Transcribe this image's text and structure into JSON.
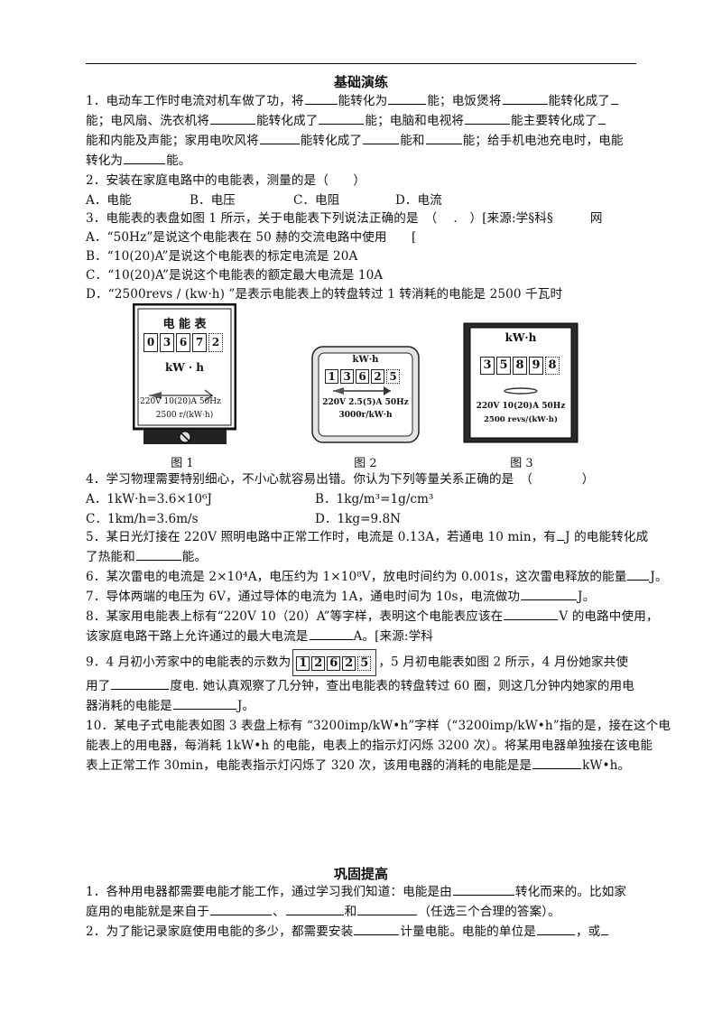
{
  "sections": {
    "basic_title": "基础演练",
    "advance_title": "巩固提高"
  },
  "q1": {
    "l1_a": "1．电动车工作时电流对机车做了功，将",
    "l1_b": "能转化为",
    "l1_c": "能；电饭煲将",
    "l1_d": "能转化成了",
    "l2_a": "能；电风扇、洗衣机将",
    "l2_b": "能转化成了",
    "l2_c": "能；电脑和电视将",
    "l2_d": "能主要转化成了",
    "l3_a": "能和内能及声能；家用电吹风将",
    "l3_b": "能转化成了",
    "l3_c": "能和",
    "l3_d": "能；给手机电池充电时，电能",
    "l4_a": "转化为",
    "l4_b": "能。"
  },
  "q2": {
    "stem": "2．安装在家庭电路中的电能表，测量的是（　　）",
    "a": "A．电能",
    "b": "B．电压",
    "c": "C．电阻",
    "d": "D．电流"
  },
  "q3": {
    "stem": "3．电能表的表盘如图 1 所示，关于电能表下列说法正确的是　（　 .　）[来源:学§科§　　　网",
    "a": "A．“50Hz”是说这个电能表在 50 赫的交流电路中使用　　[",
    "b": "B．“10(20)A”是说这个电能表的标定电流是 20A",
    "c": "C．“10(20)A”是说这个电能表的额定最大电流是 10A",
    "d": "D．“2500revs / (kw·h) ”是表示电能表上的转盘转过 1 转消耗的电能是 2500 千瓦时"
  },
  "meters": {
    "m1": {
      "title": "电 能 表",
      "digits": [
        "0",
        "3",
        "6",
        "7",
        "2"
      ],
      "unit": "kW · h",
      "spec": "220V  10(20)A   50Hz",
      "revs": "2500 r/(kW·h)"
    },
    "m2": {
      "unit": "kW·h",
      "digits": [
        "1",
        "3",
        "6",
        "2",
        "5"
      ],
      "spec": "220V  2.5(5)A 50Hz",
      "revs": "3000r/kW·h"
    },
    "m3": {
      "unit": "kW·h",
      "digits": [
        "3",
        "5",
        "8",
        "9",
        "8"
      ],
      "spec": "220V  10(20)A  50Hz",
      "revs": "2500 revs/(kW·h)"
    }
  },
  "captions": {
    "fig1": "图 1",
    "fig2": "图 2",
    "fig3": "图 3"
  },
  "q4": {
    "stem": "4．学习物理需要特别细心，不小心就容易出错。你认为下列等量关系正确的是　（　　　　）",
    "a": "A．1kW·h=3.6×10⁶J",
    "b": "B．1kg/m³=1g/cm³",
    "c": "C．1km/h=3.6m/s",
    "d": "D．1kg=9.8N"
  },
  "q5": {
    "l1": "5．某日光灯接在 220V 照明电路中正常工作时，电流是 0.13A，若通电 10 min，有",
    "l1_b": "J 的电能转化成",
    "l2_a": "了热能和",
    "l2_b": "能。"
  },
  "q6": {
    "a": "6．某次雷电的电流是 2×10⁴A，电压约为 1×10⁸V，放电时间约为 0.001s，这次雷电释放的能量",
    "b": "J。"
  },
  "q7": {
    "a": "7．导体两端的电压为 6V，通过导体的电流为 1A，通电时间为 10s，电流做功",
    "b": "J。"
  },
  "q8": {
    "l1_a": "8．某家用电能表上标有“220V 10（20）A”等字样，表明这个电能表应该在",
    "l1_b": "V 的电路中使用，",
    "l2_a": "该家庭电路干路上允许通过的最大电流是",
    "l2_b": "A。[来源:学科"
  },
  "q9": {
    "l1_a": "9．4 月初小芳家中的电能表的示数为",
    "digits": [
      "1",
      "2",
      "6",
      "2",
      "5"
    ],
    "l1_b": "，5 月初电能表如图 2 所示，4 月份她家共使",
    "l2_a": "用了",
    "l2_b": "度电. 她认真观察了几分钟，查出电能表的转盘转过 60 圈，则这几分钟内她家的用电",
    "l3_a": "器消耗的电能是",
    "l3_b": "J。"
  },
  "q10": {
    "l1": "10．某电子式电能表如图 3 表盘上标有 “3200imp/kW•h”字样（“3200imp/kW•h”指的是，接在这个电",
    "l2": "能表上的用电器，每消耗 1kW•h 的电能，电表上的指示灯闪烁 3200 次）。将某用电器单独接在该电能",
    "l3_a": "表上正常工作 30min，电能表指示灯闪烁了 320 次，该用电器的消耗的电能是是",
    "l3_b": "kW•h。"
  },
  "a1": {
    "l1_a": "1．各种用电器都需要电能才能工作，通过学习我们知道：电能是由",
    "l1_b": "转化而来的。比如家",
    "l2_a": "庭用的电能就是来自于",
    "l2_b": "、",
    "l2_c": "和",
    "l2_d": "（任选三个合理的答案）。"
  },
  "a2": {
    "a": "2．为了能记录家庭使用电能的多少，都需要安装",
    "b": "计量电能。电能的单位是",
    "c": "，或"
  }
}
